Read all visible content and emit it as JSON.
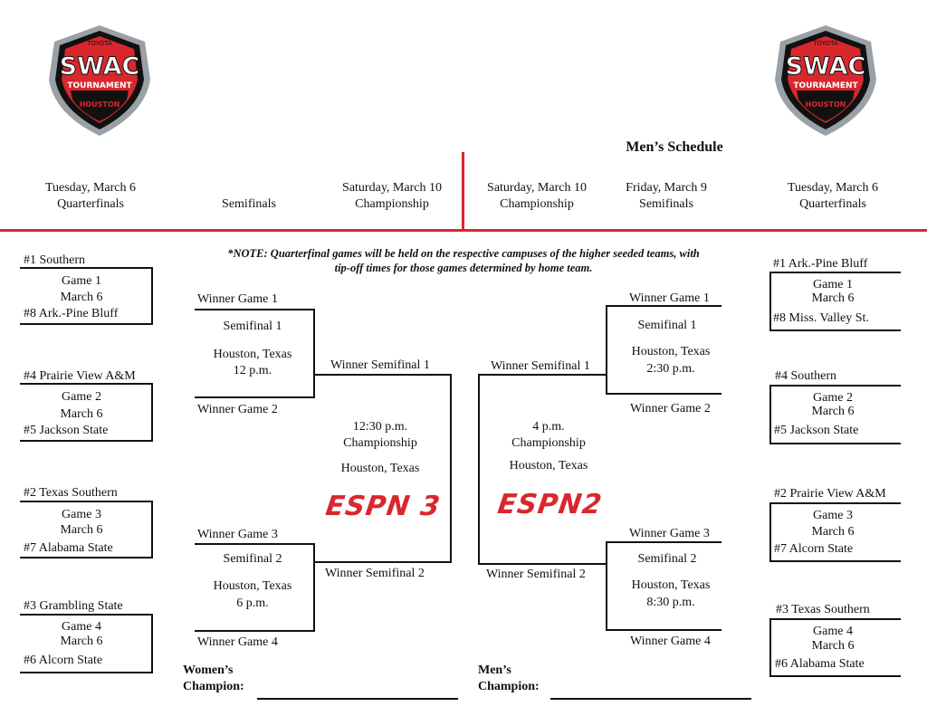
{
  "logo": {
    "sponsor": "TOYOTA",
    "name": "SWAC",
    "event": "TOURNAMENT",
    "city": "HOUSTON"
  },
  "colors": {
    "accent_red": "#d9272e",
    "logo_black": "#111111",
    "logo_gray": "#9aa1a6"
  },
  "mens_schedule_title": "Men’s Schedule",
  "headers": {
    "w_qf": {
      "date": "Tuesday, March 6",
      "round": "Quarterfinals"
    },
    "w_sf": {
      "round": "Semifinals"
    },
    "w_ch": {
      "date": "Saturday, March 10",
      "round": "Championship"
    },
    "m_ch": {
      "date": "Saturday, March 10",
      "round": "Championship"
    },
    "m_sf": {
      "date": "Friday, March 9",
      "round": "Semifinals"
    },
    "m_qf": {
      "date": "Tuesday, March 6",
      "round": "Quarterfinals"
    }
  },
  "note": {
    "line1": "*NOTE: Quarterfinal games will be held on the respective campuses of the higher seeded teams, with",
    "line2": "tip-off times for those games determined by home team."
  },
  "women": {
    "qf": [
      {
        "top": "#1 Southern",
        "game": "Game 1",
        "date": "March 6",
        "bottom": "#8 Ark.-Pine Bluff"
      },
      {
        "top": "#4 Prairie View A&M",
        "game": "Game 2",
        "date": "March 6",
        "bottom": "#5 Jackson State"
      },
      {
        "top": "#2 Texas Southern",
        "game": "Game 3",
        "date": "March 6",
        "bottom": "#7 Alabama State"
      },
      {
        "top": "#3 Grambling State",
        "game": "Game 4",
        "date": "March 6",
        "bottom": "#6 Alcorn State"
      }
    ],
    "sf": [
      {
        "top": "Winner Game 1",
        "name": "Semifinal 1",
        "place": "Houston, Texas",
        "time": "12 p.m.",
        "bottom": "Winner Game 2"
      },
      {
        "top": "Winner Game 3",
        "name": "Semifinal 2",
        "place": "Houston, Texas",
        "time": "6 p.m.",
        "bottom": "Winner Game 4"
      }
    ],
    "final": {
      "top": "Winner Semifinal 1",
      "time": "12:30 p.m.",
      "name": "Championship",
      "place": "Houston, Texas",
      "network": "ESPN 3",
      "bottom": "Winner Semifinal 2"
    },
    "champion_label_1": "Women’s",
    "champion_label_2": "Champion:"
  },
  "men": {
    "qf": [
      {
        "top": "#1 Ark.-Pine Bluff",
        "game": "Game 1",
        "date": "March 6",
        "bottom": "#8 Miss. Valley St."
      },
      {
        "top": "#4 Southern",
        "game": "Game 2",
        "date": "March 6",
        "bottom": "#5 Jackson State"
      },
      {
        "top": "#2 Prairie View A&M",
        "game": "Game 3",
        "date": "March 6",
        "bottom": "#7 Alcorn State"
      },
      {
        "top": "#3 Texas Southern",
        "game": "Game 4",
        "date": "March 6",
        "bottom": "#6 Alabama State"
      }
    ],
    "sf": [
      {
        "top": "Winner Game 1",
        "name": "Semifinal 1",
        "place": "Houston, Texas",
        "time": "2:30 p.m.",
        "bottom": "Winner Game 2"
      },
      {
        "top": "Winner Game 3",
        "name": "Semifinal 2",
        "place": "Houston, Texas",
        "time": "8:30 p.m.",
        "bottom": "Winner Game 4"
      }
    ],
    "final": {
      "top": "Winner Semifinal 1",
      "time": "4 p.m.",
      "name": "Championship",
      "place": "Houston, Texas",
      "network": "ESPN2",
      "bottom": "Winner Semifinal 2"
    },
    "champion_label_1": "Men’s",
    "champion_label_2": "Champion:"
  }
}
